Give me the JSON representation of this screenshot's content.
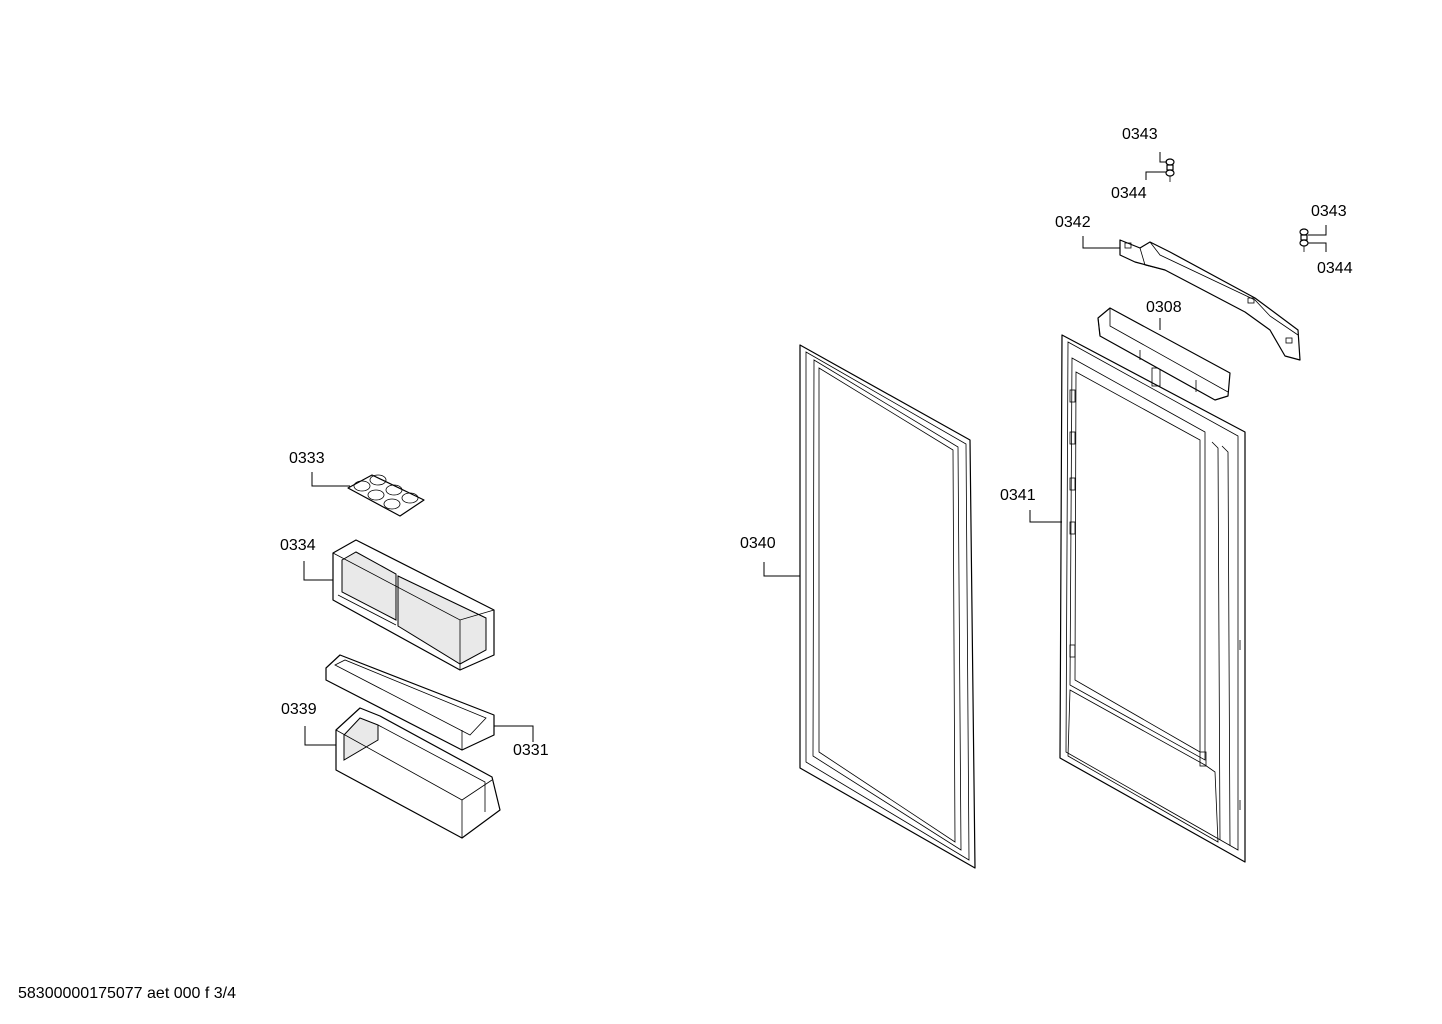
{
  "diagram": {
    "footer": "58300000175077 aet 000 f 3/4",
    "labels": {
      "p0343_top": "0343",
      "p0344_top": "0344",
      "p0342": "0342",
      "p0343_right": "0343",
      "p0344_right": "0344",
      "p0308": "0308",
      "p0341": "0341",
      "p0340": "0340",
      "p0333": "0333",
      "p0334": "0334",
      "p0339": "0339",
      "p0331": "0331"
    }
  }
}
